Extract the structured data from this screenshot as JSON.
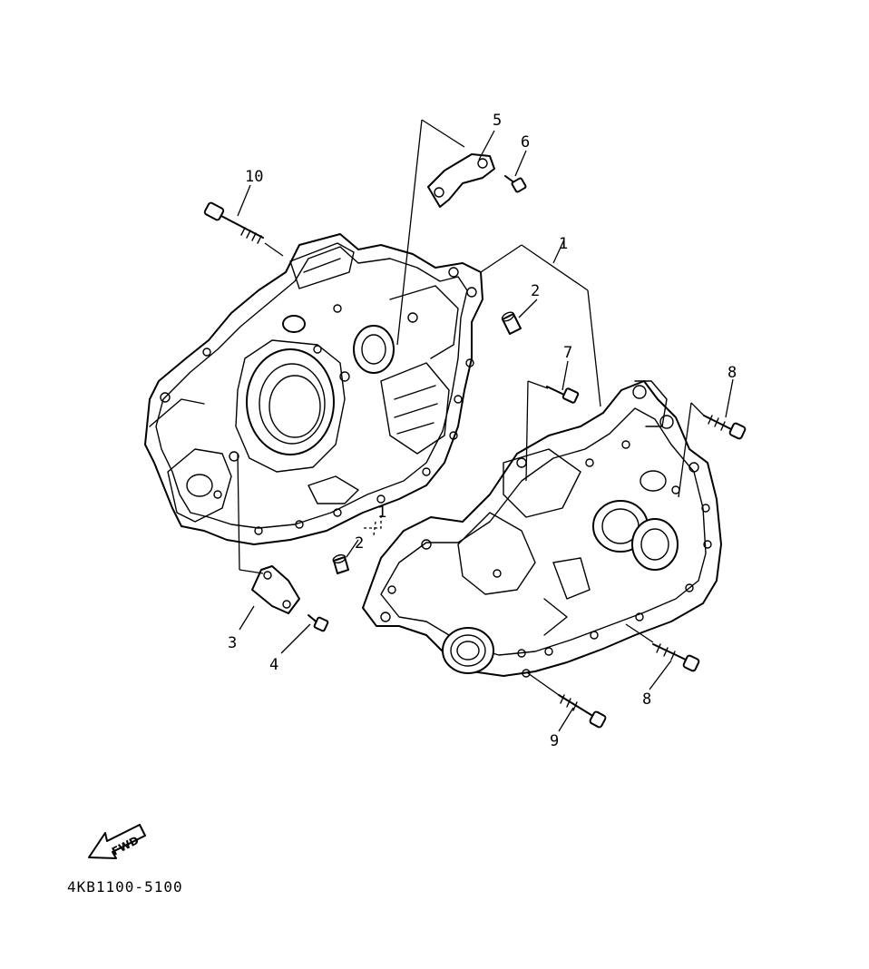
{
  "callouts": {
    "c1_top": "1",
    "c2_top": "2",
    "c5": "5",
    "c6": "6",
    "c10": "10",
    "c7": "7",
    "c8_top": "8",
    "c1_mid": "1",
    "c2_mid": "2",
    "c3": "3",
    "c4": "4",
    "c8_bottom": "8",
    "c9": "9"
  },
  "fwd_label": "FWD",
  "part_code": "4KB1100-5100"
}
